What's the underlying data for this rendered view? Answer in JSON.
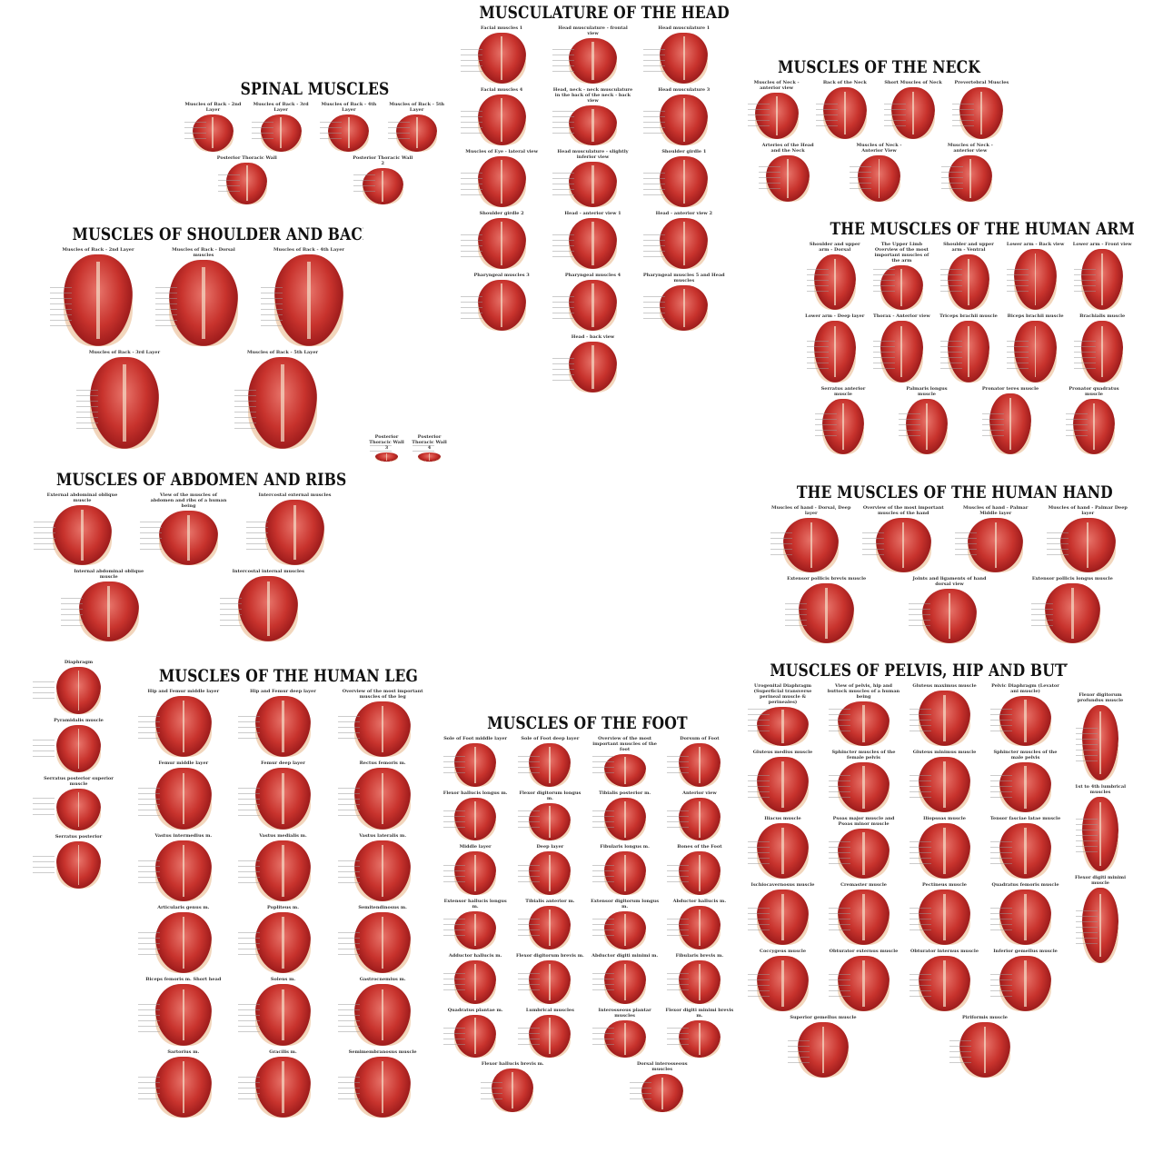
{
  "panels": [
    {
      "id": "p-head",
      "title": "MUSCULATURE OF THE HEAD",
      "figures": [
        "Facial muscles 1",
        "Head musculature - frontal view",
        "Head musculature 1",
        "Facial muscles 4",
        "Head, neck - neck musculature in the back of the neck - back view",
        "Head musculature 3",
        "Muscles of Eye - lateral view",
        "Head musculature - slightly inferior view",
        "Shoulder girdle 1",
        "Shoulder girdle 2",
        "Head - anterior view 1",
        "Head - anterior view 2",
        "Pharyngeal muscles 3",
        "Pharyngeal muscles 4",
        "Pharyngeal muscles 5 and Head muscles",
        "Head - back view"
      ]
    },
    {
      "id": "p-spinal",
      "title": "SPINAL MUSCLES",
      "figures": [
        "Muscles of Back - 2nd Layer",
        "Muscles of Back - 3rd Layer",
        "Muscles of Back - 4th Layer",
        "Muscles of Back - 5th Layer",
        "Posterior Thoracic Wall",
        "Posterior Thoracic Wall 2"
      ]
    },
    {
      "id": "p-neck",
      "title": "MUSCLES OF THE NECK",
      "figures": [
        "Muscles of Neck - anterior view",
        "Back of the Neck",
        "Short Muscles of Neck",
        "Prevertebral Muscles",
        "Arteries of the Head and the Neck",
        "Muscles of Neck - Anterior View",
        "Muscles of Neck - anterior view"
      ]
    },
    {
      "id": "p-shoulder",
      "title": "MUSCLES OF SHOULDER AND BACK",
      "figures": [
        "Muscles of Back - 2nd Layer",
        "Muscles of Back - Dorsal muscles",
        "Muscles of Back - 4th Layer",
        "Muscles of Back - 3rd Layer",
        "Muscles of Back - 5th Layer"
      ]
    },
    {
      "id": "p-backstrip",
      "title": "",
      "figures": [
        "Posterior Thoracic Wall 3",
        "Posterior Thoracic Wall 4"
      ]
    },
    {
      "id": "p-arm",
      "title": "THE MUSCLES OF THE HUMAN ARM",
      "figures": [
        "Shoulder and upper arm - Dorsal",
        "The Upper Limb Overview of the most important muscles of the arm",
        "Shoulder and upper arm - Ventral",
        "Lower arm - Back view",
        "Lower arm - Front view",
        "Lower arm - Deep layer",
        "Thorax - Anterior view",
        "Triceps brachii muscle",
        "Biceps brachii muscle",
        "Brachialis muscle",
        "Serratus anterior muscle",
        "Palmaris longus muscle",
        "Pronator teres muscle",
        "Pronator quadratus muscle"
      ]
    },
    {
      "id": "p-abdomen",
      "title": "MUSCLES OF ABDOMEN AND RIBS",
      "figures": [
        "External abdominal oblique muscle",
        "View of the muscles of abdomen and ribs of a human being",
        "Intercostal external muscles",
        "Internal abdominal oblique muscle",
        "Intercostal internal muscles"
      ]
    },
    {
      "id": "p-leftstrip",
      "title": "",
      "figures": [
        "Diaphragm",
        "Pyramidalis muscle",
        "Serratus posterior superior muscle",
        "Serratus posterior"
      ]
    },
    {
      "id": "p-hand",
      "title": "THE MUSCLES OF THE HUMAN HAND",
      "figures": [
        "Muscles of hand - Dorsal, Deep layer",
        "Overview of the most important muscles of the hand",
        "Muscles of hand - Palmar Middle layer",
        "Muscles of hand - Palmar Deep layer",
        "Extensor pollicis brevis muscle",
        "Joints and ligaments of hand dorsal view",
        "Extensor pollicis longus muscle"
      ]
    },
    {
      "id": "p-leg",
      "title": "MUSCLES OF THE HUMAN LEG",
      "figures": [
        "Hip and Femur middle layer",
        "Hip and Femur deep layer",
        "Overview of the most important muscles of the leg",
        "Femur middle layer",
        "Femur deep layer",
        "Rectus femoris m.",
        "Vastus intermedius m.",
        "Vastus medialis m.",
        "Vastus lateralis m.",
        "Articularis genus m.",
        "Popliteus m.",
        "Semitendinosus m.",
        "Biceps femoris m. Short head",
        "Soleus m.",
        "Gastrocnemius m.",
        "Sartorius m.",
        "Gracilis m.",
        "Semimembranosus muscle"
      ]
    },
    {
      "id": "p-foot",
      "title": "MUSCLES OF THE FOOT",
      "figures": [
        "Sole of Foot middle layer",
        "Sole of Foot deep layer",
        "Overview of the most important muscles of the foot",
        "Dorsum of Foot",
        "Flexor hallucis longus m.",
        "Flexor digitorum longus m.",
        "Tibialis posterior m.",
        "Anterior view",
        "Middle layer",
        "Deep layer",
        "Fibularis longus m.",
        "Bones of the Foot",
        "Extensor hallucis longus m.",
        "Tibialis anterior m.",
        "Extensor digitorum longus m.",
        "Abductor hallucis m.",
        "Adductor hallucis m.",
        "Flexor digitorum brevis m.",
        "Abductor digiti minimi m.",
        "Fibularis brevis m.",
        "Quadratus plantae m.",
        "Lumbrical muscles",
        "Interosseous plantar muscles",
        "Flexor digiti minimi brevis m.",
        "Flexor hallucis brevis m.",
        "Dorsal interosseous muscles"
      ]
    },
    {
      "id": "p-pelvis",
      "title": "MUSCLES OF PELVIS, HIP AND BUTTOCK",
      "figures": [
        "Urogenital Diaphragm (Superficial transverse perineal muscle & perineales)",
        "View of pelvis, hip and buttock muscles of a human being",
        "Gluteus maximus muscle",
        "Pelvic Diaphragm (Levator ani muscle)",
        "Gluteus medius muscle",
        "Sphincter muscles of the female pelvis",
        "Gluteus minimus muscle",
        "Sphincter muscles of the male pelvis",
        "Iliacus muscle",
        "Psoas major muscle and Psoas minor muscle",
        "Iliopsoas muscle",
        "Tensor fasciae latae muscle",
        "Ischiocavernosus muscle",
        "Cremaster muscle",
        "Pectineus muscle",
        "Quadratus femoris muscle",
        "Coccygeus muscle",
        "Obturator externus muscle",
        "Obturator internus muscle",
        "Inferior gemellus muscle",
        "Superior gemellus muscle",
        "Piriformis muscle"
      ]
    },
    {
      "id": "p-rightstrip",
      "title": "",
      "figures": [
        "Flexor digitorum profundus muscle",
        "1st to 4th lumbrical muscles",
        "Flexor digiti minimi muscle"
      ]
    }
  ],
  "colors": {
    "muscle": "#c8332d",
    "bone": "#f1d3b8",
    "title": "#111111",
    "background": "#ffffff"
  }
}
